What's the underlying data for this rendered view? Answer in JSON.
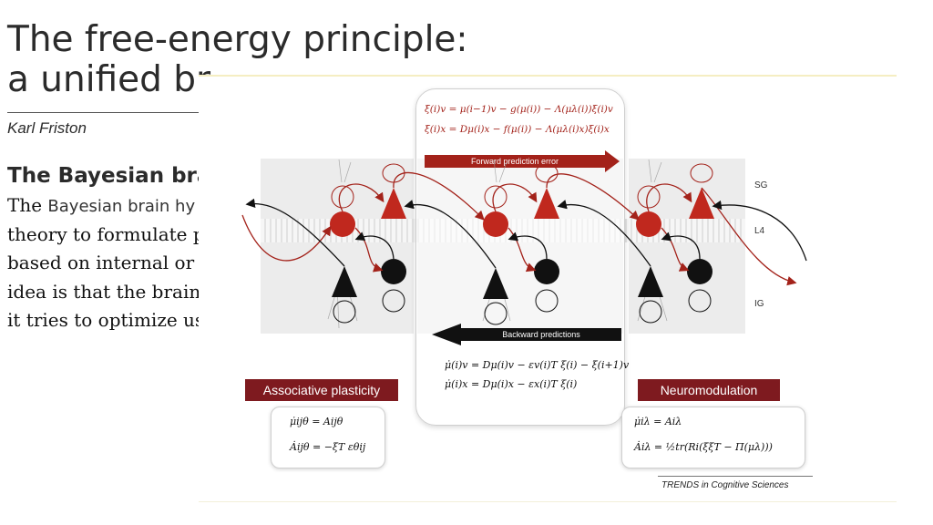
{
  "slide": {
    "title_line1": "The free-energy principle:",
    "title_line2": "a unified br",
    "author": "Karl Friston"
  },
  "document": {
    "heading": "The Bayesian brain",
    "lines": [
      [
        "The ",
        "Bayesian brain hy"
      ],
      [
        "theory to formulate p",
        ""
      ],
      [
        "based on internal or g",
        ""
      ],
      [
        "idea is that the brain",
        ""
      ],
      [
        "it tries to optimize us",
        ""
      ]
    ]
  },
  "figure": {
    "equations_top": [
      "ξ(i)v = μ(i−1)v − g(μ(i)) − Λ(μλ(i))ξ(i)v",
      "ξ(i)x = Dμ(i)x − f(μ(i)) − Λ(μλ(i)x)ξ(i)x"
    ],
    "forward_label": "Forward prediction error",
    "backward_label": "Backward predictions",
    "equations_bottom": [
      "μ̇(i)v = Dμ(i)v − εv(i)T ξ(i) − ξ(i+1)v",
      "μ̇(i)x = Dμ(i)x − εx(i)T ξ(i)"
    ],
    "layers": [
      "SG",
      "L4",
      "IG"
    ],
    "assoc_title": "Associative plasticity",
    "assoc_equations": [
      "μ̇ijθ = Aijθ",
      "Ȧijθ = −ξT εθij"
    ],
    "neuro_title": "Neuromodulation",
    "neuro_equations": [
      "μ̇iλ = Aiλ",
      "Ȧiλ = ½tr(Ri(ξξT − Π(μλ)))"
    ],
    "credit": "TRENDS in Cognitive Sciences",
    "colors": {
      "accent_red": "#a3221a",
      "title_bar": "#7e1a1f",
      "dark": "#111111"
    }
  }
}
